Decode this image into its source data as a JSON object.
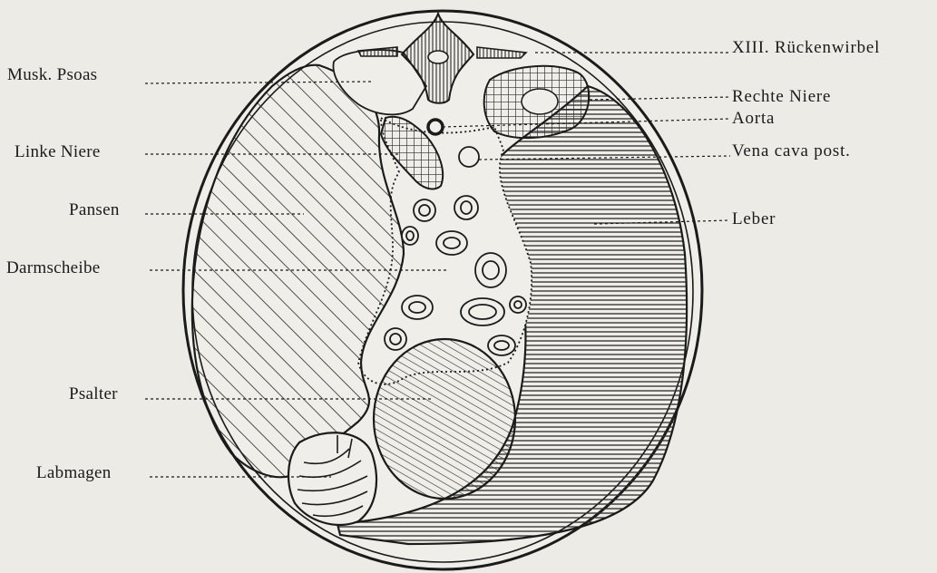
{
  "colors": {
    "ink": "#1b1b1b",
    "paper": "#ecebe6",
    "hatch": "#2a2a2a"
  },
  "labels_left": {
    "psoas": "Musk. Psoas",
    "linke_niere": "Linke Niere",
    "pansen": "Pansen",
    "darmscheibe": "Darmscheibe",
    "psalter": "Psalter",
    "labmagen": "Labmagen"
  },
  "labels_right": {
    "rueckenwirbel": "XIII. Rückenwirbel",
    "rechte_niere": "Rechte Niere",
    "aorta": "Aorta",
    "vena_cava": "Vena cava post.",
    "leber": "Leber"
  }
}
